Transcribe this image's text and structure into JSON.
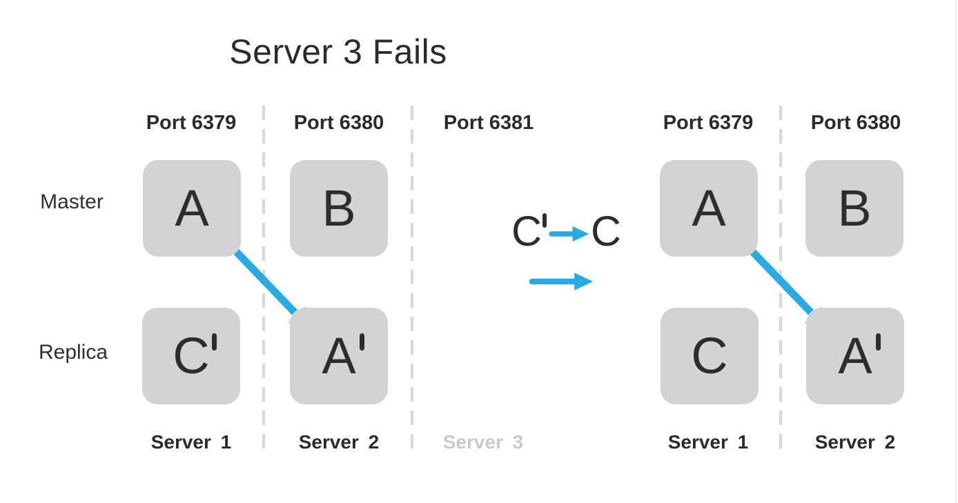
{
  "title": "Server 3 Fails",
  "row_labels": {
    "master": "Master",
    "replica": "Replica"
  },
  "left_cluster": {
    "ports": [
      "Port 6379",
      "Port 6380",
      "Port 6381"
    ],
    "master_nodes": [
      {
        "letter": "A",
        "prime": false
      },
      {
        "letter": "B",
        "prime": false
      }
    ],
    "replica_nodes": [
      {
        "letter": "C",
        "prime": true
      },
      {
        "letter": "A",
        "prime": true
      }
    ],
    "servers": [
      {
        "label": "Server 1",
        "failed": false
      },
      {
        "label": "Server 2",
        "failed": false
      },
      {
        "label": "Server 3",
        "failed": true
      }
    ]
  },
  "annotation": {
    "from_letter": "C",
    "from_prime": true,
    "to_letter": "C",
    "to_prime": false
  },
  "right_cluster": {
    "ports": [
      "Port 6379",
      "Port 6380"
    ],
    "master_nodes": [
      {
        "letter": "A",
        "prime": false
      },
      {
        "letter": "B",
        "prime": false
      }
    ],
    "replica_nodes": [
      {
        "letter": "C",
        "prime": false
      },
      {
        "letter": "A",
        "prime": true
      }
    ],
    "servers": [
      {
        "label": "Server 1",
        "failed": false
      },
      {
        "label": "Server 2",
        "failed": false
      }
    ]
  },
  "colors": {
    "accent_blue": "#29abe2",
    "node_fill": "#d2d3d4",
    "dashed_line": "#d9d9d9",
    "text_dark": "#2b2b2b",
    "text_muted": "#c9c9c9"
  }
}
